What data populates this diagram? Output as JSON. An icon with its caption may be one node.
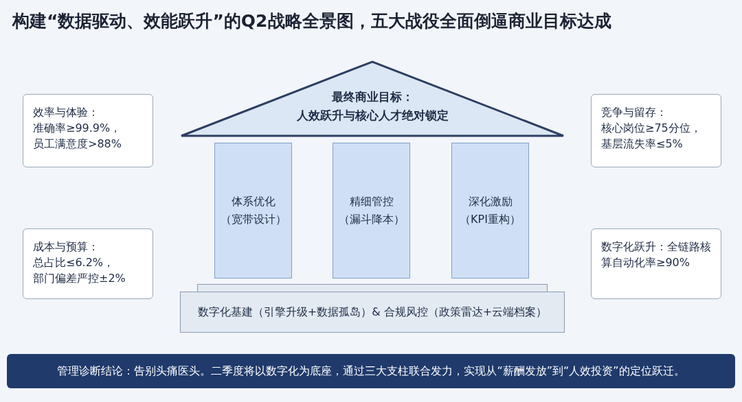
{
  "diagram": {
    "title": "构建“数据驱动、效能跃升”的Q2战略全景图，五大战役全面倒逼商业目标达成",
    "nodes": [
      {
        "text": [
          "最终商业目标：",
          "人效跃升与核心人才绝对锁定"
        ]
      },
      {
        "text": [
          "效率与体验：",
          "准确率≥99.9%，",
          "员工满意度>88%"
        ]
      },
      {
        "text": [
          "竞争与留存：",
          "核心岗位≥75分位，",
          "基层流失率≤5%"
        ]
      },
      {
        "text": [
          "体系优化",
          "（宽带设计）"
        ]
      },
      {
        "text": [
          "精细管控",
          "（漏斗降本）"
        ]
      },
      {
        "text": [
          "深化激励",
          "（KPI重构）"
        ]
      },
      {
        "text": [
          "成本与预算：",
          "总占比≤6.2%，",
          "部门偏差严控±2%"
        ]
      },
      {
        "text": [
          "数字化跃升：全链路核算自动化率≥90%"
        ]
      },
      {
        "text": [
          "数字化基建（引擎升级+数据孤岛）& 合规风控（政策雷达+云端档案）"
        ]
      },
      {
        "text": [
          "管理诊断结论：告别头痛医头。二季度将以数字化为底座，通过三大支柱联合发力，实现从“薪酬发放”到“人效投资”的定位跃迁。"
        ]
      }
    ],
    "edges": []
  }
}
